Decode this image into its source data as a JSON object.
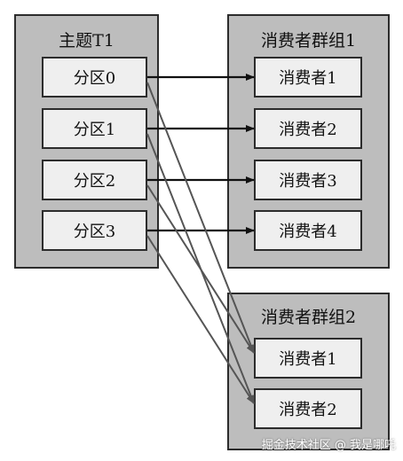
{
  "topic": {
    "title": "主题T1",
    "partitions": [
      "分区0",
      "分区1",
      "分区2",
      "分区3"
    ]
  },
  "group1": {
    "title": "消费者群组1",
    "consumers": [
      "消费者1",
      "消费者2",
      "消费者3",
      "消费者4"
    ]
  },
  "group2": {
    "title": "消费者群组2",
    "consumers": [
      "消费者1",
      "消费者2"
    ]
  },
  "edges": [
    {
      "from": "p0",
      "to": "g1c0"
    },
    {
      "from": "p1",
      "to": "g1c1"
    },
    {
      "from": "p2",
      "to": "g1c2"
    },
    {
      "from": "p3",
      "to": "g1c3"
    },
    {
      "from": "p0",
      "to": "g2c0"
    },
    {
      "from": "p1",
      "to": "g2c1"
    },
    {
      "from": "p2",
      "to": "g2c0"
    },
    {
      "from": "p3",
      "to": "g2c1"
    }
  ],
  "colors": {
    "group_fill": "#bdbdbd",
    "node_fill": "#efefef",
    "border": "#2c2c2c",
    "arrow_group1": "#111111",
    "arrow_group2": "#555555"
  },
  "watermark": "掘金技术社区 @ 我是哪吒"
}
